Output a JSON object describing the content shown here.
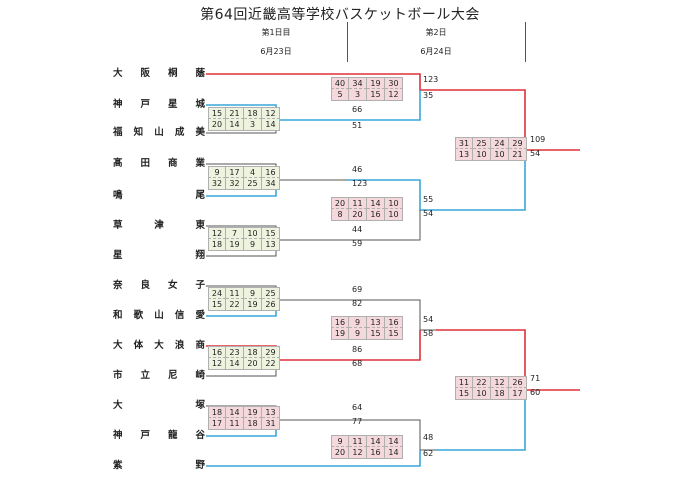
{
  "title": "第64回近畿高等学校バスケットボール大会",
  "header": {
    "day1": {
      "label": "第1日目",
      "date": "6月23日"
    },
    "day2": {
      "label": "第2日",
      "date": "6月24日"
    }
  },
  "teams": [
    {
      "name": "大阪桐蔭",
      "chars": [
        "大",
        "阪",
        "桐",
        "蔭"
      ]
    },
    {
      "name": "神戸星城",
      "chars": [
        "神",
        "戸",
        "星",
        "城"
      ]
    },
    {
      "name": "福知山成美",
      "chars": [
        "福",
        "知",
        "山",
        "成",
        "美"
      ]
    },
    {
      "name": "髙田商業",
      "chars": [
        "髙",
        "田",
        "商",
        "業"
      ]
    },
    {
      "name": "鳴尾",
      "chars": [
        "鳴",
        "尾"
      ]
    },
    {
      "name": "草津東",
      "chars": [
        "草",
        "津",
        "東"
      ]
    },
    {
      "name": "星翔",
      "chars": [
        "星",
        "翔"
      ]
    },
    {
      "name": "奈良女子",
      "chars": [
        "奈",
        "良",
        "女",
        "子"
      ]
    },
    {
      "name": "和歌山信愛",
      "chars": [
        "和",
        "歌",
        "山",
        "信",
        "愛"
      ]
    },
    {
      "name": "大体大浪商",
      "chars": [
        "大",
        "体",
        "大",
        "浪",
        "商"
      ]
    },
    {
      "name": "市立尼崎",
      "chars": [
        "市",
        "立",
        "尼",
        "崎"
      ]
    },
    {
      "name": "大塚",
      "chars": [
        "大",
        "塚"
      ]
    },
    {
      "name": "神戸龍谷",
      "chars": [
        "神",
        "戸",
        "龍",
        "谷"
      ]
    },
    {
      "name": "紫野",
      "chars": [
        "紫",
        "野"
      ]
    }
  ],
  "games": [
    {
      "id": "r1a",
      "top": [
        15,
        21,
        18,
        12
      ],
      "bottom": [
        20,
        14,
        3,
        14
      ],
      "top_total": "66",
      "bottom_total": "51"
    },
    {
      "id": "r1b",
      "top": [
        9,
        17,
        4,
        16
      ],
      "bottom": [
        32,
        32,
        25,
        34
      ],
      "top_total": "46",
      "bottom_total": "123"
    },
    {
      "id": "r1c",
      "top": [
        12,
        7,
        10,
        15
      ],
      "bottom": [
        18,
        19,
        9,
        13
      ],
      "top_total": "44",
      "bottom_total": "59"
    },
    {
      "id": "r1d",
      "top": [
        24,
        11,
        9,
        25
      ],
      "bottom": [
        15,
        22,
        19,
        26
      ],
      "top_total": "69",
      "bottom_total": "82"
    },
    {
      "id": "r1e",
      "top": [
        16,
        23,
        18,
        29
      ],
      "bottom": [
        12,
        14,
        20,
        22
      ],
      "top_total": "86",
      "bottom_total": "68"
    },
    {
      "id": "r1f",
      "top": [
        18,
        14,
        19,
        13
      ],
      "bottom": [
        17,
        11,
        18,
        31
      ],
      "top_total": "64",
      "bottom_total": "77"
    },
    {
      "id": "r2a",
      "top": [
        40,
        34,
        19,
        30
      ],
      "bottom": [
        5,
        3,
        15,
        12
      ],
      "top_total": "123",
      "bottom_total": "35"
    },
    {
      "id": "r2b",
      "top": [
        20,
        11,
        14,
        10
      ],
      "bottom": [
        8,
        20,
        16,
        10
      ],
      "top_total": "55",
      "bottom_total": "54"
    },
    {
      "id": "r2c",
      "top": [
        16,
        9,
        13,
        16
      ],
      "bottom": [
        19,
        9,
        15,
        15
      ],
      "top_total": "54",
      "bottom_total": "58"
    },
    {
      "id": "r2d",
      "top": [
        9,
        11,
        14,
        14
      ],
      "bottom": [
        20,
        12,
        16,
        14
      ],
      "top_total": "48",
      "bottom_total": "62"
    },
    {
      "id": "r3a",
      "top": [
        31,
        25,
        24,
        29
      ],
      "bottom": [
        13,
        10,
        10,
        21
      ],
      "top_total": "109",
      "bottom_total": "54"
    },
    {
      "id": "r3b",
      "top": [
        11,
        22,
        12,
        26
      ],
      "bottom": [
        15,
        10,
        18,
        17
      ],
      "top_total": "71",
      "bottom_total": "60"
    }
  ],
  "colors": {
    "winner": "#e0303a",
    "blue": "#3aa6d8",
    "line": "#555555",
    "green_cell": "#eef3df",
    "pink_cell": "#f5d8dc"
  }
}
